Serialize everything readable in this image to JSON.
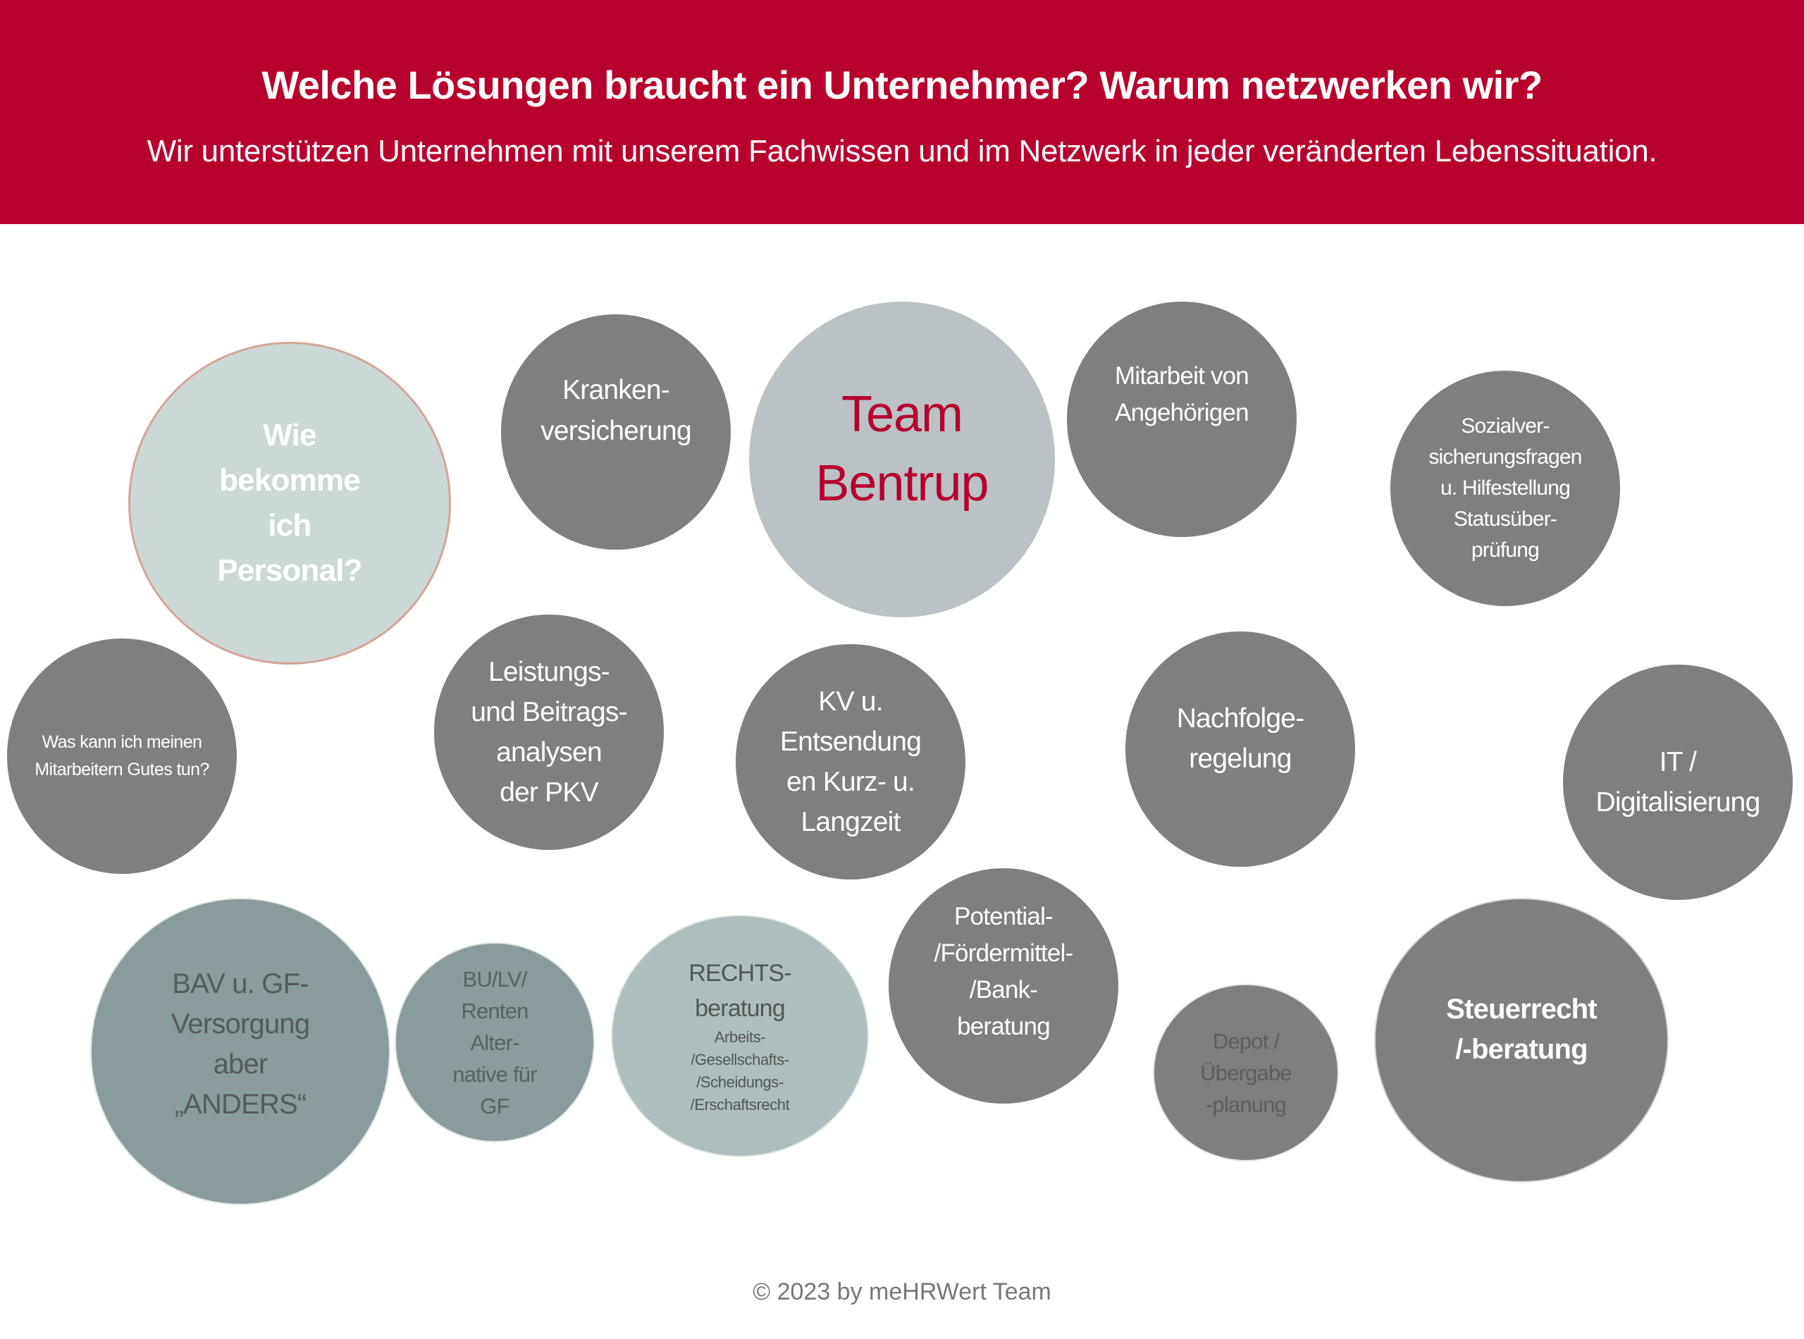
{
  "header": {
    "title": "Welche Lösungen braucht ein Unternehmer? Warum netzwerken wir?",
    "subtitle": "Wir unterstützen Unternehmen mit unserem Fachwissen und im Netzwerk in jeder veränderten Lebenssituation."
  },
  "colors": {
    "brand_red": "#b8002e",
    "bubble_gray": "#7f7f7f",
    "team_text": "#b5002f"
  },
  "bubbles": [
    {
      "text": "Wie\nbekomme\nich\nPersonal?"
    },
    {
      "text": "Kranken-\nversicherung"
    },
    {
      "text": "Team\nBentrup"
    },
    {
      "text": "Mitarbeit von\nAngehörigen"
    },
    {
      "text": "Sozialver-\nsicherungsfragen\nu. Hilfestellung\nStatusüber-\nprüfung"
    },
    {
      "text": "Was kann ich meinen\nMitarbeitern Gutes tun?"
    },
    {
      "text": "Leistungs-\nund Beitrags-\nanalysen\nder PKV"
    },
    {
      "text": "KV u.\nEntsendung\nen Kurz- u.\nLangzeit"
    },
    {
      "text": "Nachfolge-\nregelung"
    },
    {
      "text": "IT /\nDigitalisierung"
    },
    {
      "text": "BAV u. GF-\nVersorgung\naber\n„ANDERS“"
    },
    {
      "text": "BU/LV/\nRenten\nAlter-\nnative für\nGF"
    },
    {
      "text": "RECHTS-\nberatung",
      "sub": "Arbeits-\n/Gesellschafts-\n/Scheidungs-\n/Erschaftsrecht"
    },
    {
      "text": "Potential-\n/Fördermittel-\n/Bank-\nberatung"
    },
    {
      "text": "Depot /\nÜbergabe\n-planung"
    },
    {
      "text": "Steuerrecht\n/-beratung"
    }
  ],
  "footer": {
    "copyright": "© 2023 by meHRWert Team"
  }
}
